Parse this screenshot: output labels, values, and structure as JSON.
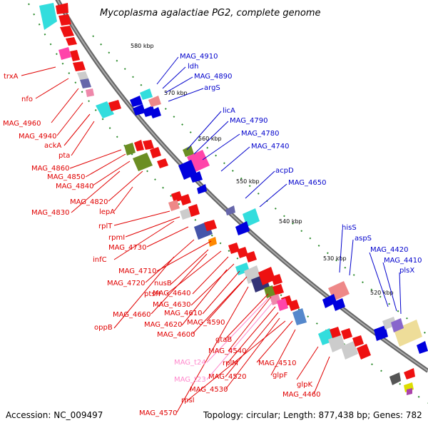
{
  "title": "Mycoplasma agalactiae PG2, complete genome",
  "accession": "Accession: NC_009497",
  "summary": "Topology: circular; Length: 877,438 bp; Genes: 782",
  "colors": {
    "rev_label": "#e00000",
    "fwd_label": "#0000cc",
    "trna_label": "#ff88cc",
    "rev_feature": "#ee1111",
    "fwd_feature": "#0000dd",
    "backbone": "#888888",
    "tick": "#2a8a2a"
  },
  "kbp_ticks": [
    "580 kbp",
    "570 kbp",
    "560 kbp",
    "550 kbp",
    "540 kbp",
    "530 kbp",
    "520 kbp"
  ],
  "forward_labels": [
    "MAG_4910",
    "ldh",
    "MAG_4890",
    "argS",
    "licA",
    "MAG_4790",
    "MAG_4780",
    "MAG_4740",
    "acpD",
    "MAG_4650",
    "hisS",
    "aspS",
    "MAG_4420",
    "MAG_4410",
    "plsX"
  ],
  "reverse_labels": [
    "trxA",
    "nfo",
    "MAG_4960",
    "MAG_4940",
    "ackA",
    "pta",
    "MAG_4860",
    "MAG_4850",
    "MAG_4840",
    "MAG_4820",
    "MAG_4830",
    "lepA",
    "rplT",
    "rpmI",
    "MAG_4730",
    "infC",
    "MAG_4710",
    "MAG_4720",
    "nusB",
    "ptsH",
    "MAG_4640",
    "MAG_4630",
    "MAG_4660",
    "MAG_4610",
    "MAG_4620",
    "MAG_4590",
    "oppB",
    "MAG_4600",
    "gtaB",
    "MAG_4540",
    "rplM",
    "MAG_4510",
    "MAG_4520",
    "glpF",
    "glpK",
    "MAG_4530",
    "MAG_4460",
    "rpsI",
    "MAG_4570"
  ],
  "trna_labels": [
    "MAG_t24",
    "MAG_t23"
  ]
}
